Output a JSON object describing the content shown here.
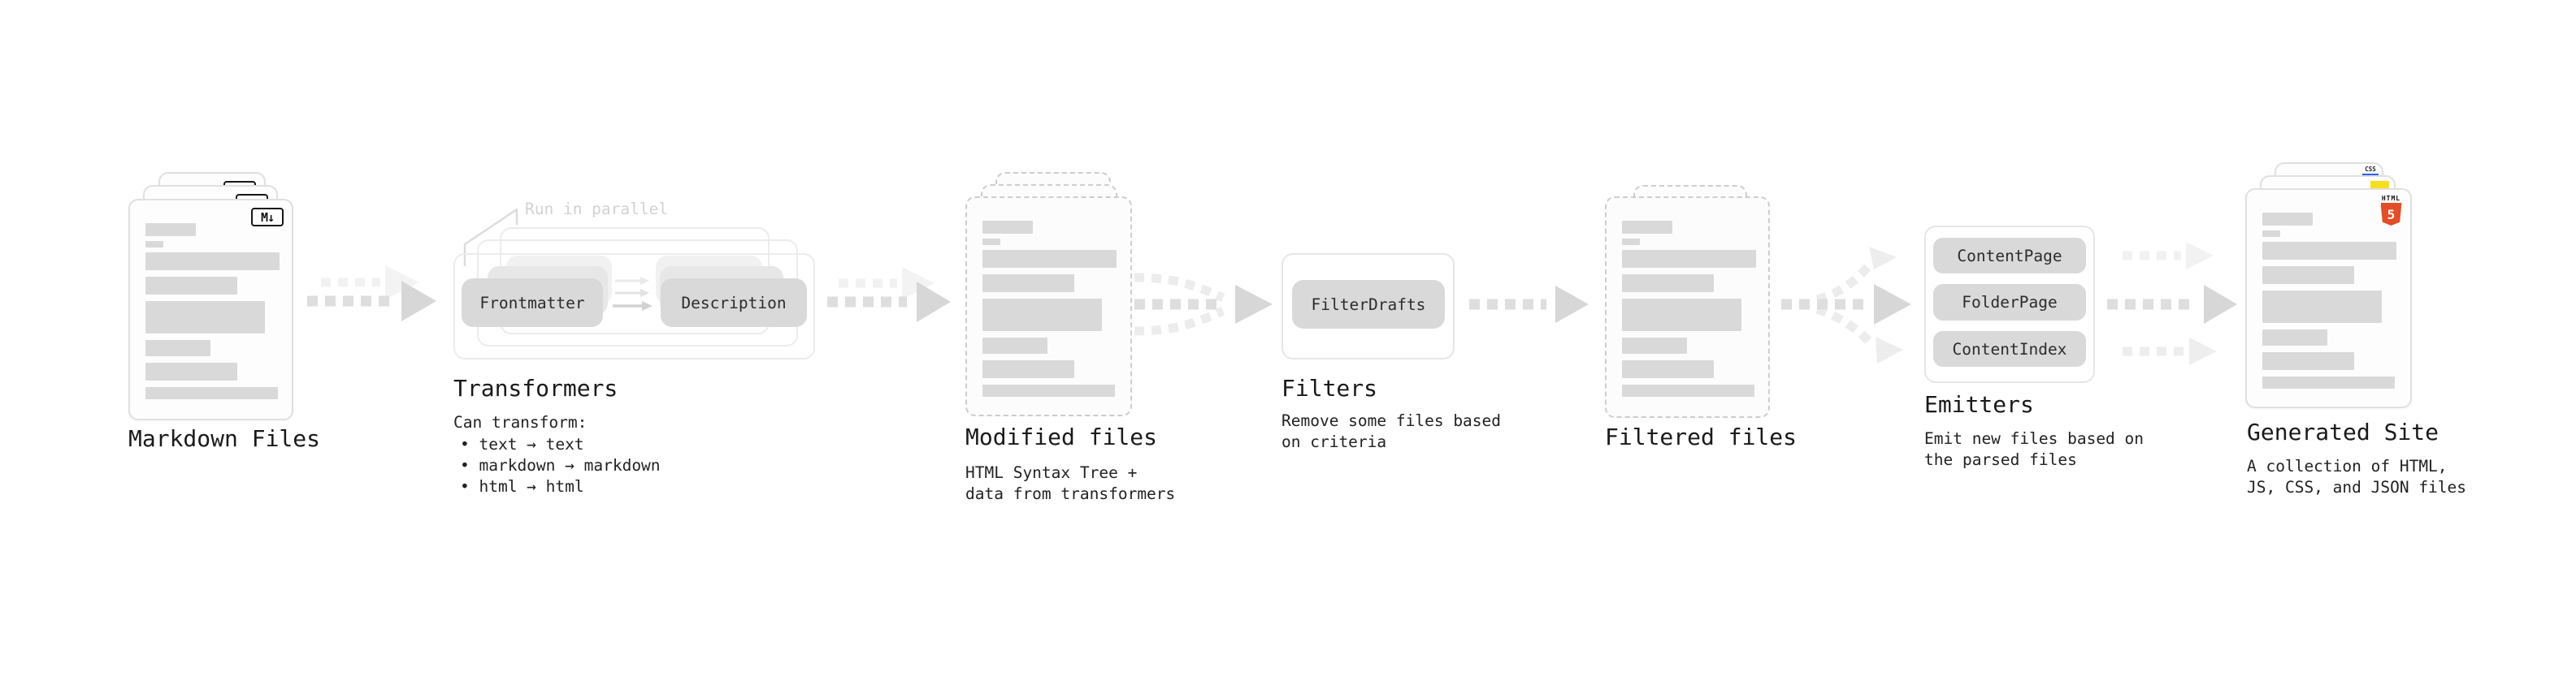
{
  "pipeline": {
    "markdown_files": {
      "label": "Markdown Files",
      "badge": "M↓"
    },
    "transformers": {
      "label": "Transformers",
      "annotation": "Run in parallel",
      "frontmatter": "Frontmatter",
      "description": "Description",
      "body_title": "Can transform:",
      "bullet1": "• text → text",
      "bullet2": "• markdown → markdown",
      "bullet3": "• html → html"
    },
    "modified_files": {
      "label": "Modified files",
      "sub1": "HTML Syntax Tree +",
      "sub2": "data from transformers"
    },
    "filters": {
      "label": "Filters",
      "button": "FilterDrafts",
      "sub1": "Remove some files based",
      "sub2": "on criteria"
    },
    "filtered_files": {
      "label": "Filtered files"
    },
    "emitters": {
      "label": "Emitters",
      "button1": "ContentPage",
      "button2": "FolderPage",
      "button3": "ContentIndex",
      "sub1": "Emit new files based on",
      "sub2": "the parsed files"
    },
    "generated_site": {
      "label": "Generated Site",
      "sub1": "A collection of HTML,",
      "sub2": "JS, CSS, and JSON files",
      "html_badge_word": "HTML",
      "html_badge_number": "5",
      "css_badge": "CSS"
    }
  },
  "colors": {
    "html5_orange": "#e44d26",
    "js_yellow": "#f7df1e",
    "css_blue": "#2861e4",
    "bar_gray": "#d9d9d9",
    "arrow_gray": "#dedede",
    "arrow_light": "#f1f1f1"
  }
}
